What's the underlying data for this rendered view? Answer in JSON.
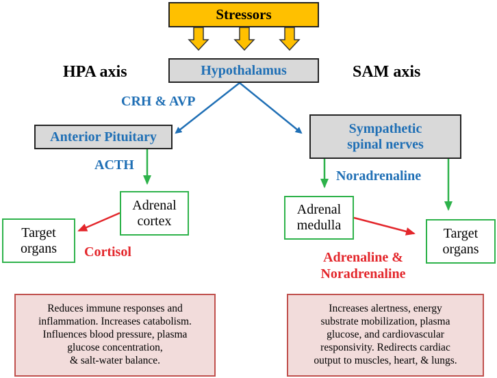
{
  "stressors": "Stressors",
  "hypothalamus": "Hypothalamus",
  "hpa_axis": "HPA axis",
  "sam_axis": "SAM axis",
  "crh_avp": "CRH & AVP",
  "anterior_pituitary": "Anterior Pituitary",
  "sympathetic": [
    "Sympathetic",
    "spinal nerves"
  ],
  "acth": "ACTH",
  "noradrenaline": "Noradrenaline",
  "adrenal_cortex": [
    "Adrenal",
    "cortex"
  ],
  "adrenal_medulla": [
    "Adrenal",
    "medulla"
  ],
  "target_left": [
    "Target",
    "organs"
  ],
  "target_right": [
    "Target",
    "organs"
  ],
  "cortisol": "Cortisol",
  "adrenaline_noradrenaline": [
    "Adrenaline &",
    "Noradrenaline"
  ],
  "hpa_effects": [
    "Reduces immune responses and",
    "inflammation.  Increases catabolism.",
    "Influences blood pressure, plasma",
    "glucose concentration,",
    "& salt-water balance."
  ],
  "sam_effects": [
    "Increases alertness, energy",
    "substrate mobilization, plasma",
    "glucose, and cardiovascular",
    "responsivity.  Redirects cardiac",
    "output to muscles, heart, & lungs."
  ],
  "colors": {
    "stressors_fill": "#ffc000",
    "hormone_blue": "#1f6fb5",
    "hormone_red": "#e3262b",
    "pathway_green": "#2db24a",
    "effects_fill": "#f2dcdb"
  }
}
